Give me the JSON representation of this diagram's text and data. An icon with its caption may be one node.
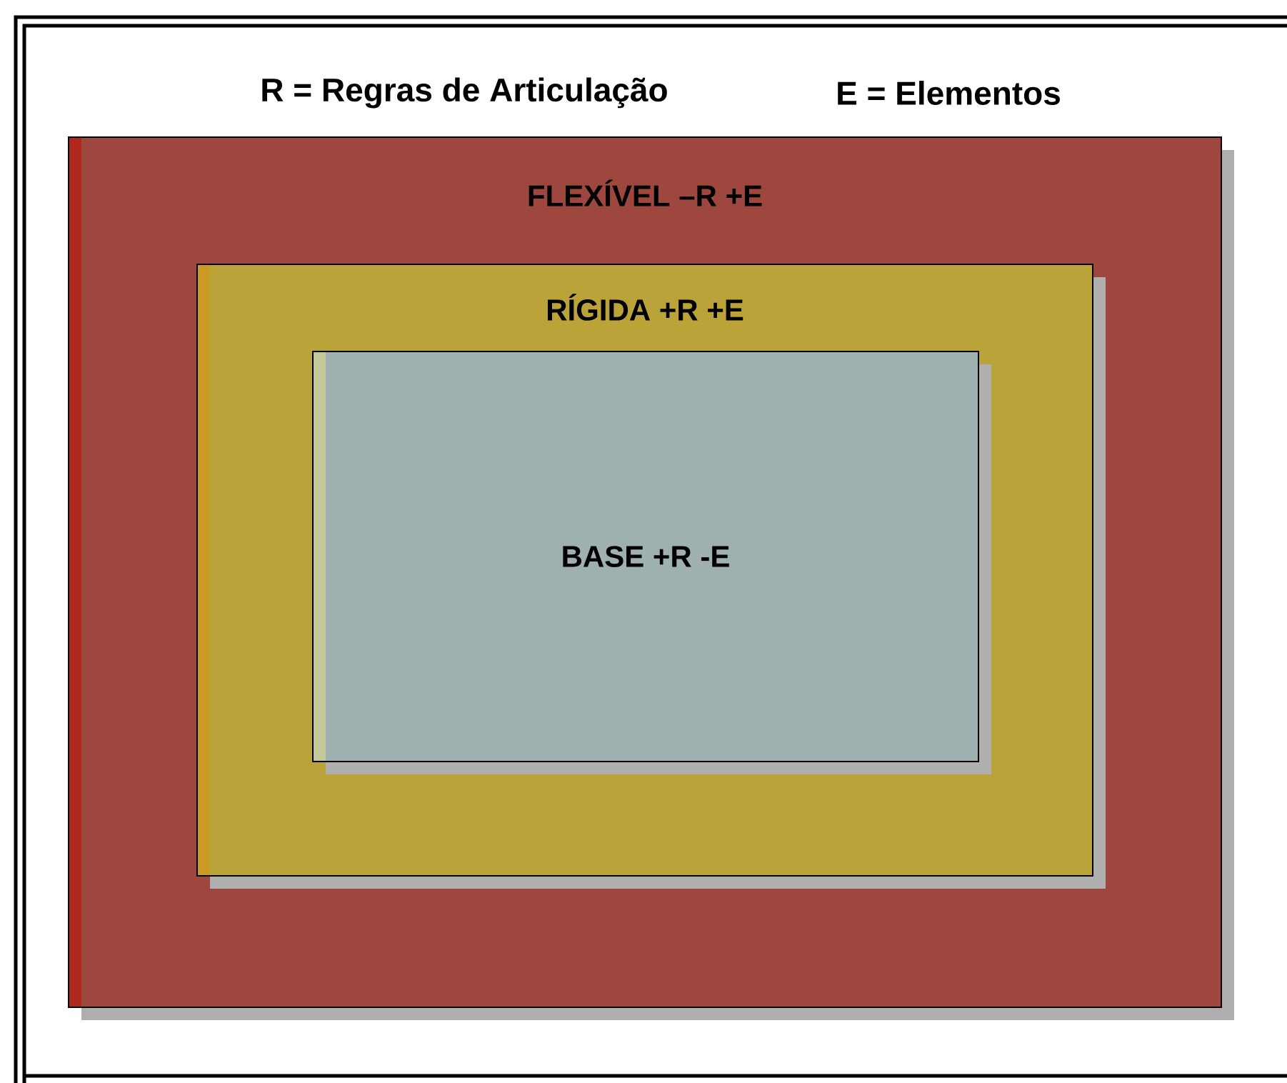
{
  "diagram": {
    "nodes": [
      {
        "text": [
          "FLEXÍVEL –R  +E"
        ]
      },
      {
        "text": [
          "RÍGIDA +R  +E"
        ],
        "in": 0
      },
      {
        "text": [
          "BASE +R  -E"
        ],
        "in": 1
      }
    ],
    "labels": [
      "R = Regras de Articulação",
      "E = Elementos"
    ]
  }
}
